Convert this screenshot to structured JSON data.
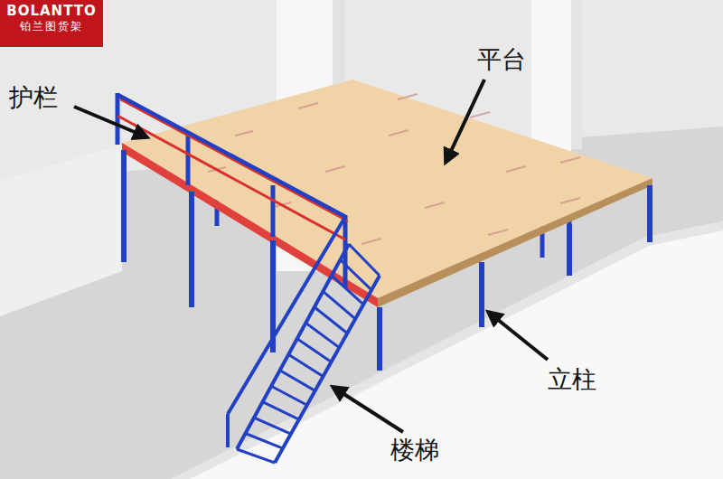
{
  "diagram": {
    "nodes": [
      {
        "text": [
          "BOLANTTO",
          "铂兰图货架"
        ]
      }
    ],
    "labels": [
      "护栏",
      "平台",
      "立柱",
      "楼梯"
    ]
  }
}
